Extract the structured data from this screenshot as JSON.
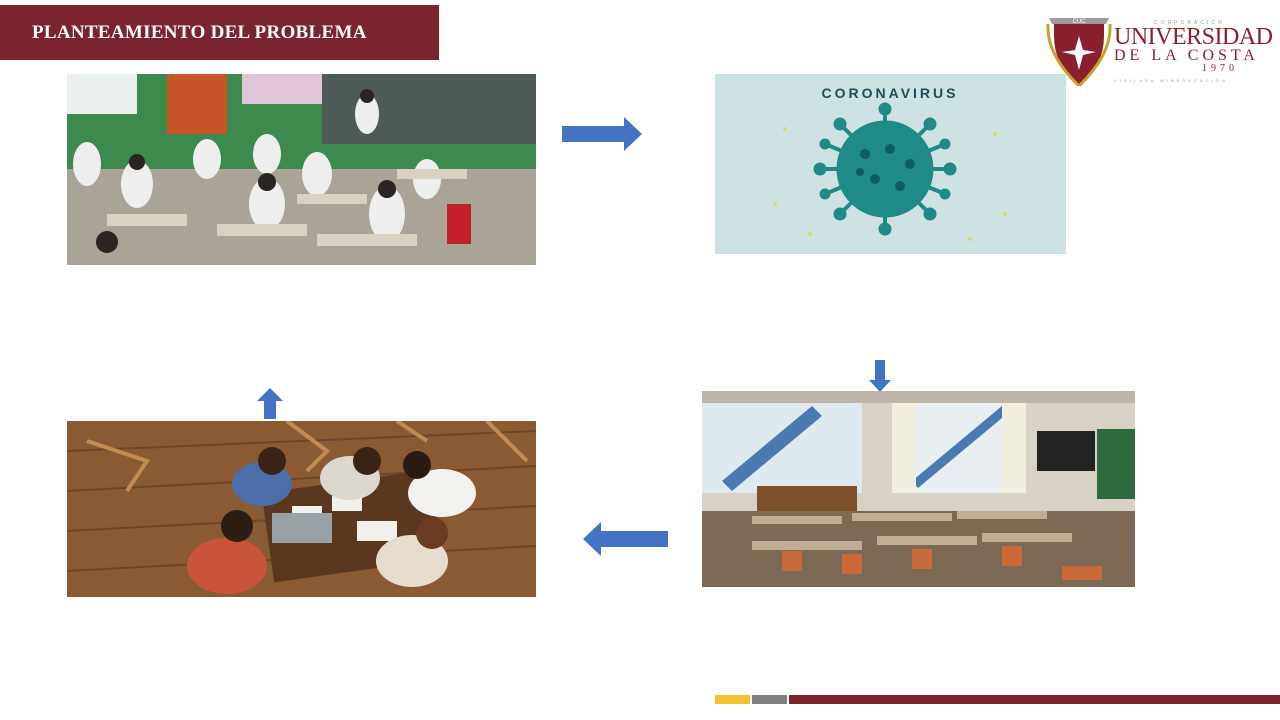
{
  "header": {
    "title": "PLANTEAMIENTO DEL PROBLEMA"
  },
  "logo": {
    "badge": "CUC",
    "corporation": "CORPORACIÓN",
    "name_line1": "UNIVERSIDAD",
    "name_line2": "DE LA COSTA",
    "year": "1970",
    "motto": "VIGILADA MINEDUCACIÓN"
  },
  "images": [
    {
      "name": "classroom-with-students",
      "description_icon": "photo-icon"
    },
    {
      "name": "coronavirus-illustration",
      "caption": "CORONAVIRUS"
    },
    {
      "name": "empty-classroom",
      "description_icon": "photo-icon"
    },
    {
      "name": "students-studying-together",
      "description_icon": "photo-icon"
    }
  ],
  "colors": {
    "brand": "#7a2430",
    "arrow": "#4472c4",
    "bar_yellow": "#f2c12e",
    "bar_gray": "#7f7f7f",
    "bar_maroon": "#7a2430"
  }
}
